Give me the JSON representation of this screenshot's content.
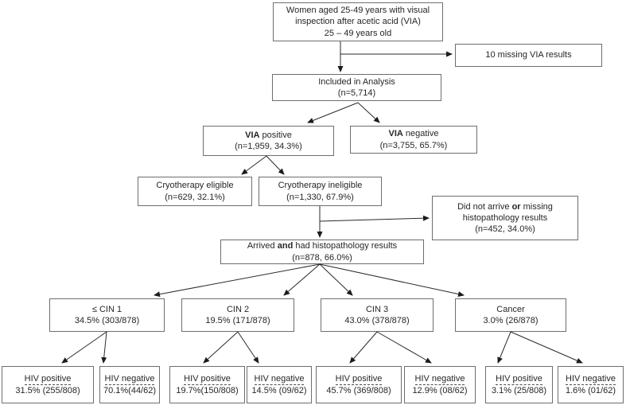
{
  "diagram": {
    "title_hint": "VIA screening and histopathology flowchart",
    "colors": {
      "box_border": "#6e6e6e",
      "text": "#262626",
      "arrow": "#2a2a2a",
      "background": "#ffffff"
    },
    "nodes": {
      "source": {
        "line1": "Women aged 25-49 years with visual",
        "line2": "inspection after acetic acid (VIA)",
        "line3": "25 – 49 years old"
      },
      "missing_via": {
        "line1": "10 missing VIA results"
      },
      "included": {
        "line1": "Included in Analysis",
        "line2": "(n=5,714)"
      },
      "via_positive": {
        "bold": "VIA",
        "rest": " positive",
        "line2": "(n=1,959, 34.3%)"
      },
      "via_negative": {
        "bold": "VIA",
        "rest": " negative",
        "line2": "(n=3,755, 65.7%)"
      },
      "cryo_eligible": {
        "line1": "Cryotherapy eligible",
        "line2": "(n=629, 32.1%)"
      },
      "cryo_ineligible": {
        "line1": "Cryotherapy ineligible",
        "line2": "(n=1,330, 67.9%)"
      },
      "did_not_arrive": {
        "pre": "Did not arrive ",
        "bold": "or",
        "post": " missing",
        "line2": "histopathology results",
        "line3": "(n=452, 34.0%)"
      },
      "arrived": {
        "pre": "Arrived ",
        "bold": "and",
        "post": " had histopathology results",
        "line2": "(n=878, 66.0%)"
      },
      "cin1": {
        "line1": "≤ CIN 1",
        "line2": "34.5% (303/878)"
      },
      "cin2": {
        "line1": "CIN 2",
        "line2": "19.5% (171/878)"
      },
      "cin3": {
        "line1": "CIN 3",
        "line2": "43.0% (378/878)"
      },
      "cancer": {
        "line1": "Cancer",
        "line2": "3.0% (26/878)"
      },
      "cin1_hiv_pos": {
        "label": "HIV positive",
        "value": "31.5% (255/808)"
      },
      "cin1_hiv_neg": {
        "label": "HIV negative",
        "value": "70.1%(44/62)"
      },
      "cin2_hiv_pos": {
        "label": "HIV positive",
        "value": "19.7%(150/808)"
      },
      "cin2_hiv_neg": {
        "label": "HIV negative",
        "value": "14.5% (09/62)"
      },
      "cin3_hiv_pos": {
        "label": "HIV positive",
        "value": "45.7% (369/808)"
      },
      "cin3_hiv_neg": {
        "label": "HIV negative",
        "value": "12.9% (08/62)"
      },
      "cancer_hiv_pos": {
        "label": "HIV positive",
        "value": "3.1% (25/808)"
      },
      "cancer_hiv_neg": {
        "label": "HIV negative",
        "value": "1.6% (01/62)"
      }
    }
  }
}
